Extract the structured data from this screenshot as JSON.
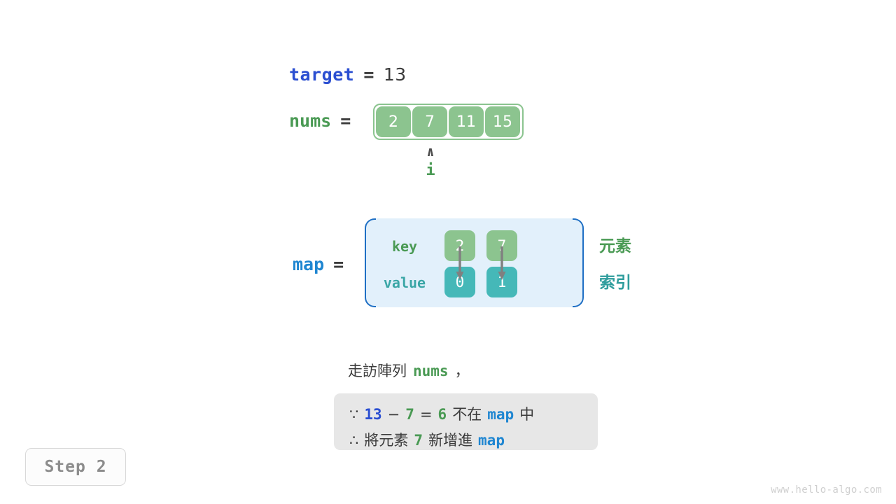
{
  "variables": {
    "target": {
      "name": "target",
      "equals": "=",
      "value": "13"
    },
    "nums": {
      "name": "nums",
      "equals": "=",
      "values": [
        "2",
        "7",
        "11",
        "15"
      ]
    },
    "map": {
      "name": "map",
      "equals": "="
    }
  },
  "pointer": {
    "caret": "∧",
    "label": "i",
    "index": 1
  },
  "map_table": {
    "key_label": "key",
    "value_label": "value",
    "keys": [
      "2",
      "7"
    ],
    "values": [
      "0",
      "1"
    ],
    "side_labels": {
      "element": "元素",
      "index": "索引"
    }
  },
  "description": {
    "intro_prefix": "走訪陣列",
    "intro_code": "nums",
    "intro_suffix": "，",
    "formula": {
      "line1": {
        "because_symbol": "∵",
        "target_value": "13",
        "minus": "−",
        "current_value": "7",
        "equals": "=",
        "result": "6",
        "not_in": "不在",
        "map_name": "map",
        "suffix": "中"
      },
      "line2": {
        "therefore_symbol": "∴",
        "prefix": "將元素",
        "element": "7",
        "middle": "新增進",
        "map_name": "map"
      }
    }
  },
  "step_badge": "Step 2",
  "watermark": "www.hello-algo.com",
  "colors": {
    "green": "#4a9a54",
    "cell_green": "#8cc48f",
    "teal": "#45b8b8",
    "blue": "#1f86d1",
    "indigo": "#2b4fd1",
    "panel_blue": "#e2f0fb",
    "bracket_blue": "#1f6fc4",
    "formula_bg": "#e7e7e7",
    "text_dark": "#3b3b3b",
    "arrow_gray": "#808080"
  }
}
